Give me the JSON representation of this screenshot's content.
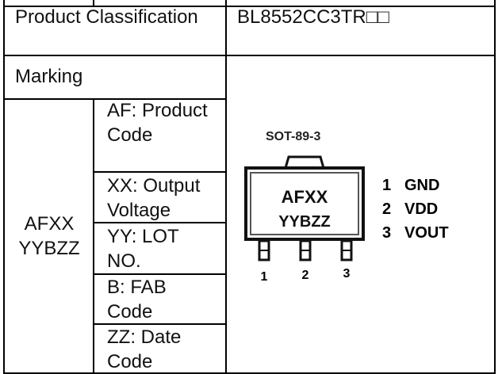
{
  "rows": {
    "product_classification": {
      "label": "Product Classification",
      "value": "BL8552CC3TR□□"
    },
    "marking": {
      "label": "Marking"
    }
  },
  "marking_code": "AFXX YYBZZ",
  "marking_fields": [
    {
      "text": "AF: Product Code"
    },
    {
      "text": "XX: Output Voltage"
    },
    {
      "text": "YY: LOT NO."
    },
    {
      "text": "B: FAB Code"
    },
    {
      "text": "ZZ: Date Code"
    }
  ],
  "diagram": {
    "package": "SOT-89-3",
    "line1": "AFXX",
    "line2": "YYBZZ",
    "pins": [
      {
        "num": "1",
        "name": "GND"
      },
      {
        "num": "2",
        "name": "VDD"
      },
      {
        "num": "3",
        "name": "VOUT"
      }
    ]
  }
}
